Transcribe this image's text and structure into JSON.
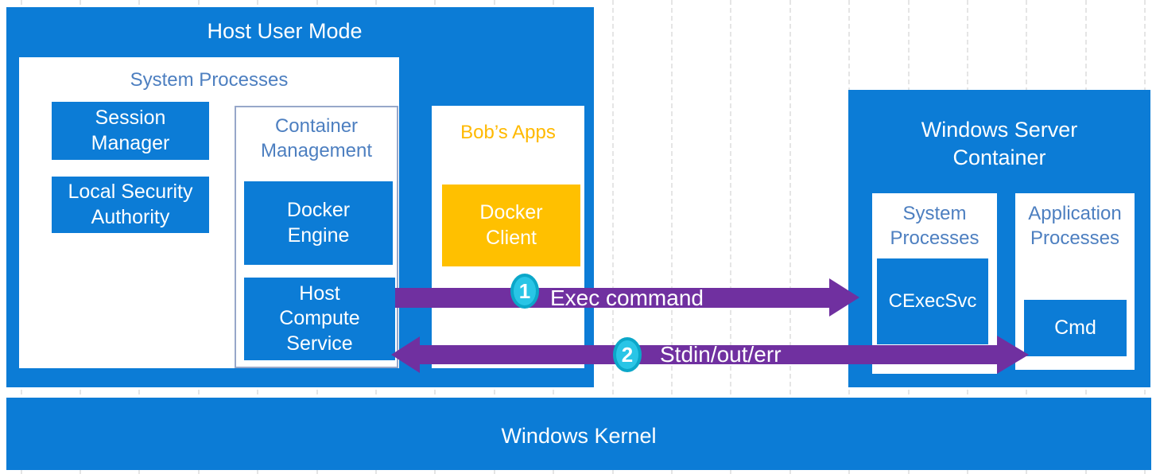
{
  "diagram": {
    "host_user_mode": {
      "title": "Host User Mode"
    },
    "system_processes_left": {
      "title": "System Processes"
    },
    "session_manager": {
      "label": "Session\nManager"
    },
    "local_security_authority": {
      "label": "Local Security\nAuthority"
    },
    "container_management": {
      "title": "Container\nManagement"
    },
    "docker_engine": {
      "label": "Docker\nEngine"
    },
    "host_compute_service": {
      "label": "Host\nCompute\nService"
    },
    "bobs_apps": {
      "title": "Bob’s Apps"
    },
    "docker_client": {
      "label": "Docker\nClient"
    },
    "windows_server_container": {
      "title": "Windows Server\nContainer"
    },
    "system_processes_right": {
      "title": "System\nProcesses"
    },
    "cexecsvc": {
      "label": "CExecSvc"
    },
    "application_processes": {
      "title": "Application\nProcesses"
    },
    "cmd": {
      "label": "Cmd"
    },
    "windows_kernel": {
      "title": "Windows Kernel"
    },
    "arrows": [
      {
        "number": "1",
        "label": "Exec command",
        "direction": "right"
      },
      {
        "number": "2",
        "label": "Stdin/out/err",
        "direction": "both"
      }
    ],
    "colors": {
      "box_blue": "#0c7cd6",
      "gold": "#ffc000",
      "gold_text": "#ffb900",
      "arrow_purple": "#7030a0",
      "header_slate_blue": "#4d7fc0",
      "badge_cyan_fill": "#29c5e6",
      "badge_cyan_ring": "#0ba7c9"
    }
  }
}
